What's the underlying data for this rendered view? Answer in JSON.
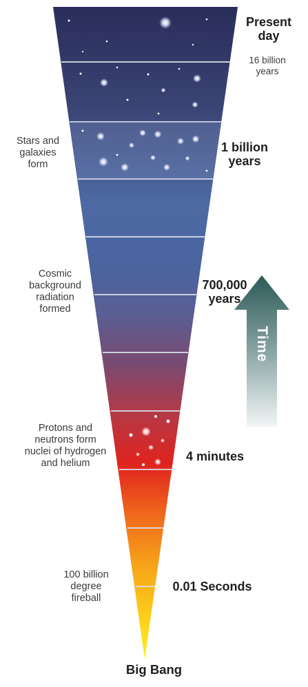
{
  "labels": {
    "present": "Present day",
    "present_years": "16 billion years",
    "stars_galaxies": "Stars and galaxies form",
    "one_billion": "1 billion years",
    "cosmic_background": "Cosmic background radiation formed",
    "seven_hundred_thousand": "700,000 years",
    "protons_neutrons": "Protons and neutrons form nuclei of hydrogen and helium",
    "four_minutes": "4 minutes",
    "fireball": "100 billion degree fireball",
    "hundredth_second": "0.01 Seconds",
    "big_bang": "Big Bang",
    "time_arrow": "Time"
  },
  "colors": {
    "top": "#2c2f5c",
    "upper_blue": "#4a6aa2",
    "mid_purple": "#6a4a78",
    "red": "#d8282a",
    "orange": "#f28a1a",
    "yellow": "#fde21a",
    "arrow_top": "#2e5a58",
    "arrow_bottom": "#eef3f3"
  }
}
